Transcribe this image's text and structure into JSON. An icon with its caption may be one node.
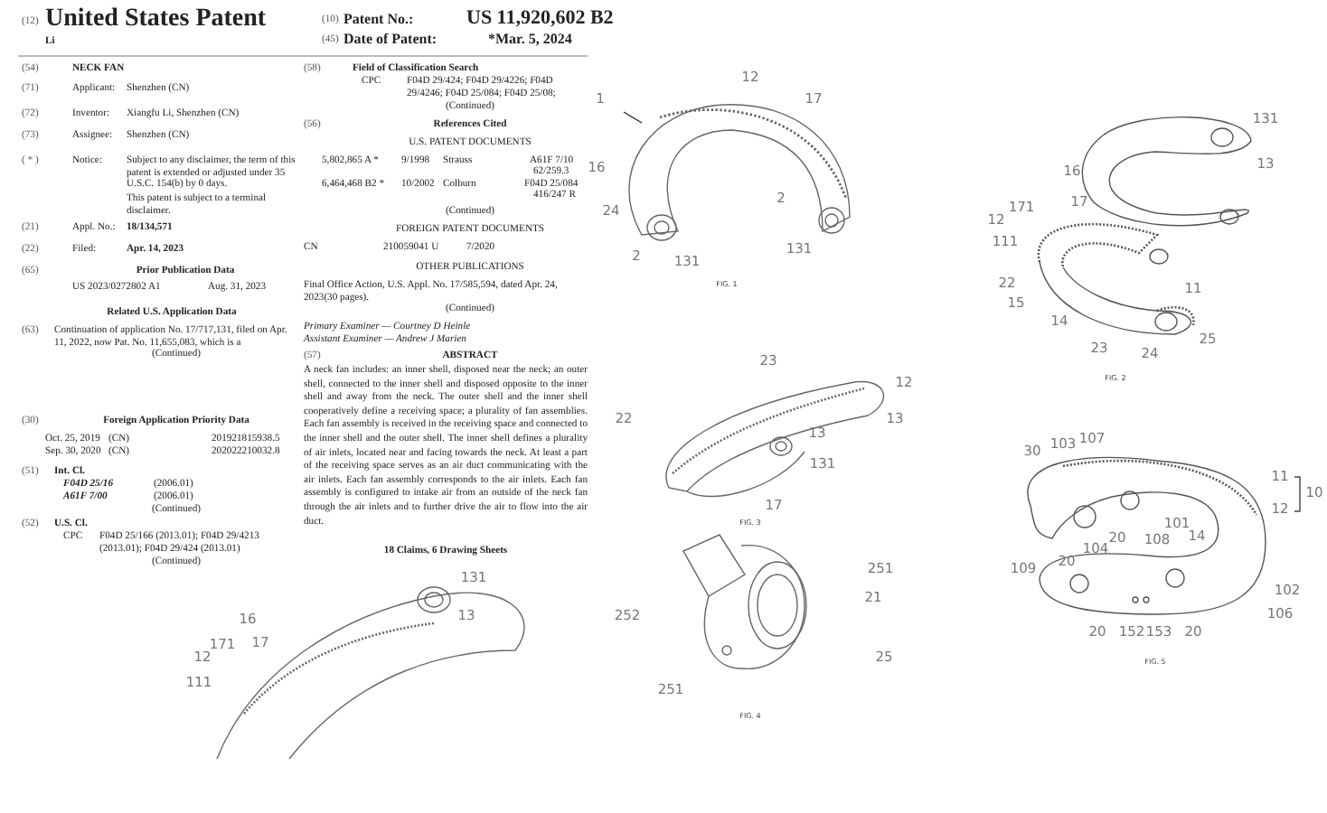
{
  "diagram": {
    "title": "United States Patent",
    "labels": [
      "(12)",
      "Li",
      "(10)",
      "Patent No.:",
      "US 11,920,602 B2",
      "(45)",
      "Date of Patent:",
      "*Mar. 5, 2024",
      "(54)",
      "NECK FAN",
      "(71)",
      "Applicant:",
      "Shenzhen (CN)",
      "(72)",
      "Inventor:",
      "Xiangfu Li, Shenzhen (CN)",
      "(73)",
      "Assignee:",
      "Shenzhen (CN)",
      "( * )",
      "Notice:",
      "Subject to any disclaimer, the term of this patent is extended or adjusted under 35 U.S.C. 154(b) by 0 days.",
      "This patent is subject to a terminal disclaimer.",
      "(21)",
      "Appl. No.:",
      "18/134,571",
      "(22)",
      "Filed:",
      "Apr. 14, 2023",
      "(65)",
      "Prior Publication Data",
      "US 2023/0272802 A1",
      "Aug. 31, 2023",
      "Related U.S. Application Data",
      "(63)",
      "Continuation of application No. 17/717,131, filed on Apr. 11, 2022, now Pat. No. 11,655,083, which is a",
      "(Continued)",
      "(30)",
      "Foreign Application Priority Data",
      "Oct. 25, 2019",
      "(CN)",
      "201921815938.5",
      "Sep. 30, 2020",
      "(CN)",
      "202022210032.8",
      "(51)",
      "Int. Cl.",
      "F04D 25/16",
      "(2006.01)",
      "A61F 7/00",
      "(2006.01)",
      "(Continued)",
      "(52)",
      "U.S. Cl.",
      "CPC",
      "F04D 25/166 (2013.01); F04D 29/4213 (2013.01); F04D 29/424 (2013.01)",
      "(Continued)",
      "(58)",
      "Field of Classification Search",
      "CPC",
      "F04D 29/424; F04D 29/4226; F04D 29/4246; F04D 25/084; F04D 25/08;",
      "(Continued)",
      "(56)",
      "References Cited",
      "U.S. PATENT DOCUMENTS",
      "5,802,865 A *",
      "9/1998",
      "Strauss",
      "A61F 7/10",
      "62/259.3",
      "6,464,468 B2 *",
      "10/2002",
      "Colburn",
      "F04D 25/084",
      "416/247 R",
      "(Continued)",
      "FOREIGN PATENT DOCUMENTS",
      "CN",
      "210059041 U",
      "7/2020",
      "OTHER PUBLICATIONS",
      "Final Office Action, U.S. Appl. No. 17/585,594, dated Apr. 24, 2023(30 pages).",
      "(Continued)",
      "Primary Examiner — Courtney D Heinle",
      "Assistant Examiner — Andrew J Marien",
      "(57)",
      "ABSTRACT",
      "A neck fan includes: an inner shell, disposed near the neck; an outer shell, connected to the inner shell and disposed opposite to the inner shell and away from the neck. The outer shell and the inner shell cooperatively define a receiving space; a plurality of fan assemblies. Each fan assembly is received in the receiving space and connected to the inner shell and the outer shell. The inner shell defines a plurality of air inlets, located near and facing towards the neck. At least a part of the receiving space serves as an air duct communicating with the air inlets. Each fan assembly corresponds to the air inlets. Each fan assembly is configured to intake air from an outside of the neck fan through the air inlets and to further drive the air to flow into the air duct.",
      "18 Claims, 6 Drawing Sheets",
      "1",
      "12",
      "17",
      "16",
      "24",
      "2",
      "2",
      "131",
      "131",
      "FIG. 1",
      "131",
      "16",
      "13",
      "171",
      "17",
      "12",
      "111",
      "22",
      "15",
      "11",
      "14",
      "23",
      "24",
      "25",
      "FIG. 2",
      "16",
      "171",
      "17",
      "12",
      "111",
      "131",
      "13",
      "23",
      "12",
      "22",
      "13",
      "13",
      "131",
      "17",
      "FIG. 3",
      "252",
      "251",
      "21",
      "25",
      "251",
      "FIG. 4",
      "30",
      "103",
      "107",
      "11",
      "10",
      "12",
      "101",
      "20",
      "108",
      "14",
      "104",
      "20",
      "109",
      "102",
      "106",
      "20",
      "152",
      "153",
      "20",
      "FIG. 5"
    ]
  }
}
